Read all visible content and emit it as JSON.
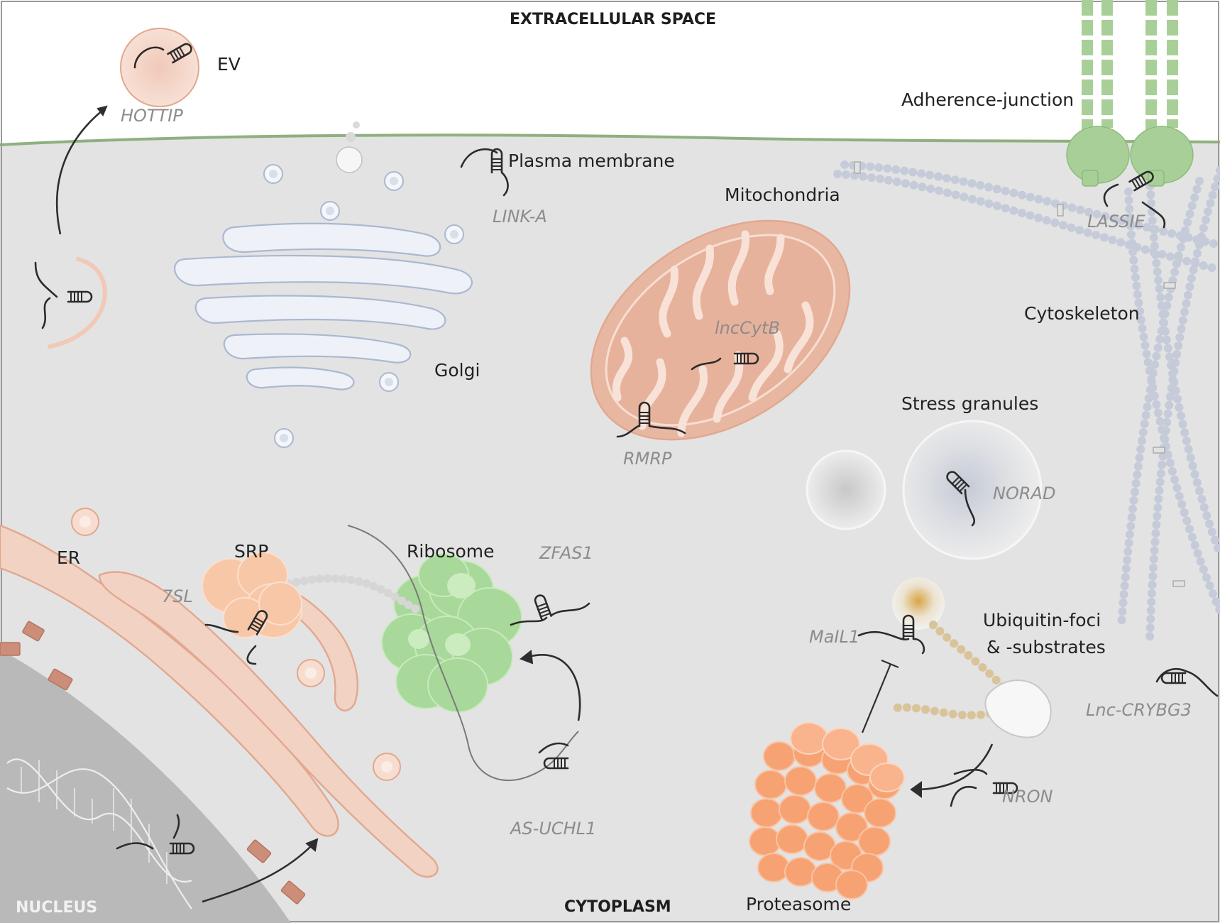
{
  "compartments": {
    "extracellular": "EXTRACELLULAR  SPACE",
    "cytoplasm": "CYTOPLASM",
    "nucleus": "NUCLEUS"
  },
  "structures": {
    "ev": "EV",
    "adherence_junction": "Adherence-junction",
    "plasma_membrane": "Plasma membrane",
    "mitochondria": "Mitochondria",
    "cytoskeleton": "Cytoskeleton",
    "golgi": "Golgi",
    "stress_granules": "Stress granules",
    "er": "ER",
    "srp": "SRP",
    "ribosome": "Ribosome",
    "ubiquitin_line1": "Ubiquitin-foci",
    "ubiquitin_line2": "& -substrates",
    "proteasome": "Proteasome"
  },
  "lncrnas": {
    "hottip": "HOTTIP",
    "link_a": "LINK-A",
    "lassie": "LASSIE",
    "lnccytb": "lncCytB",
    "rmrp": "RMRP",
    "norad": "NORAD",
    "zfas1": "ZFAS1",
    "sl7": "7SL",
    "mail1": "MaIL1",
    "lnc_crybg3": "Lnc-CRYBG3",
    "as_uchl1": "AS-UCHL1",
    "nron": "NRON"
  },
  "colors": {
    "cytoplasm": "#e3e3e3",
    "membrane": "#8fb07f",
    "golgi": "#dde3ee",
    "mitochondria": "#e8b7a2",
    "er": "#f2d2c2",
    "ribosome": "#a8d89a",
    "proteasome": "#f7a273",
    "junction": "#a9cf98",
    "cytoskeleton": "#c5cbd8",
    "nucleus": "#b9b9b9"
  }
}
